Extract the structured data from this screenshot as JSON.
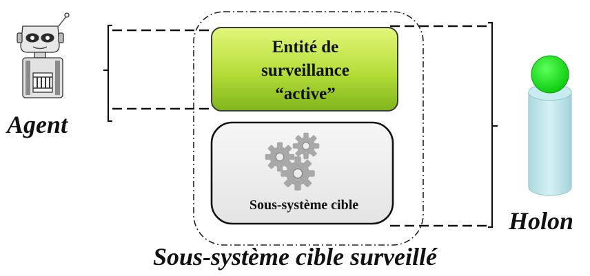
{
  "agent": {
    "label": "Agent",
    "icon": "robot-icon"
  },
  "surveillance_entity": {
    "lines": [
      "Entité de",
      "surveillance",
      "“active”"
    ],
    "fill_top": "#d9f26a",
    "fill_bottom": "#8ac21d",
    "border": "#3a3a3a"
  },
  "target_subsystem": {
    "label": "Sous-système cible",
    "icon": "gears-icon",
    "fill": "#efefef"
  },
  "holon": {
    "label": "Holon",
    "icon": "holon-icon",
    "head_color": "#11e011",
    "body_color": "#bfe6ea"
  },
  "caption": "Sous-système cible surveillé"
}
